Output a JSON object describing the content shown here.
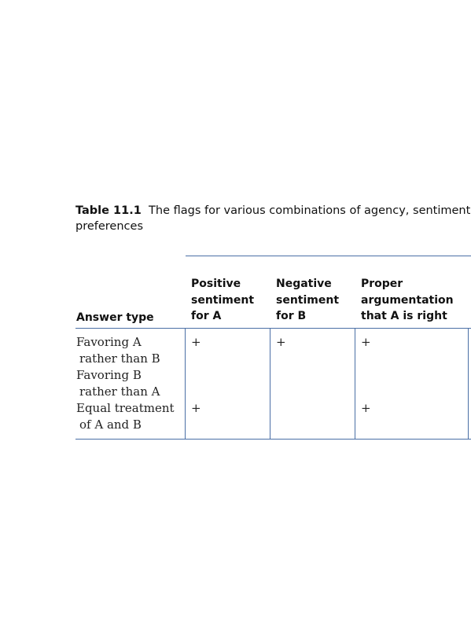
{
  "caption": {
    "label": "Table 11.1",
    "text_line1": "The flags for various combinations of agency, sentiments ar",
    "text_line2": "preferences"
  },
  "table": {
    "headers": [
      {
        "lines": [
          "Answer type"
        ]
      },
      {
        "lines": [
          "Positive",
          "sentiment",
          "for A"
        ]
      },
      {
        "lines": [
          "Negative",
          "sentiment",
          "for B"
        ]
      },
      {
        "lines": [
          "Proper",
          "argumentation",
          "that A is right"
        ]
      }
    ],
    "rows": [
      {
        "label_line1": "Favoring A",
        "label_line2": "rather than B",
        "cells": [
          "+",
          "+",
          "+"
        ]
      },
      {
        "label_line1": "Favoring B",
        "label_line2": "rather than A",
        "cells": [
          "",
          "",
          ""
        ]
      },
      {
        "label_line1": "Equal treatment",
        "label_line2": "of A and B",
        "cells": [
          "+",
          "",
          "+"
        ]
      }
    ]
  }
}
